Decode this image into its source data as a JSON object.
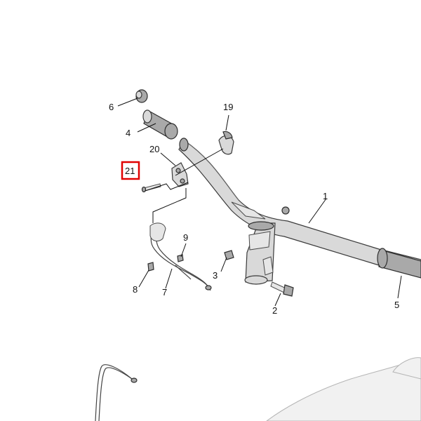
{
  "diagram": {
    "callouts": [
      {
        "id": "c1",
        "label": "1"
      },
      {
        "id": "c2",
        "label": "2"
      },
      {
        "id": "c3",
        "label": "3"
      },
      {
        "id": "c4",
        "label": "4"
      },
      {
        "id": "c5",
        "label": "5"
      },
      {
        "id": "c6",
        "label": "6"
      },
      {
        "id": "c7",
        "label": "7"
      },
      {
        "id": "c8",
        "label": "8"
      },
      {
        "id": "c9",
        "label": "9"
      },
      {
        "id": "c19",
        "label": "19"
      },
      {
        "id": "c20",
        "label": "20"
      },
      {
        "id": "c21",
        "label": "21",
        "highlighted": true
      }
    ],
    "highlight_color": "#e00000"
  }
}
